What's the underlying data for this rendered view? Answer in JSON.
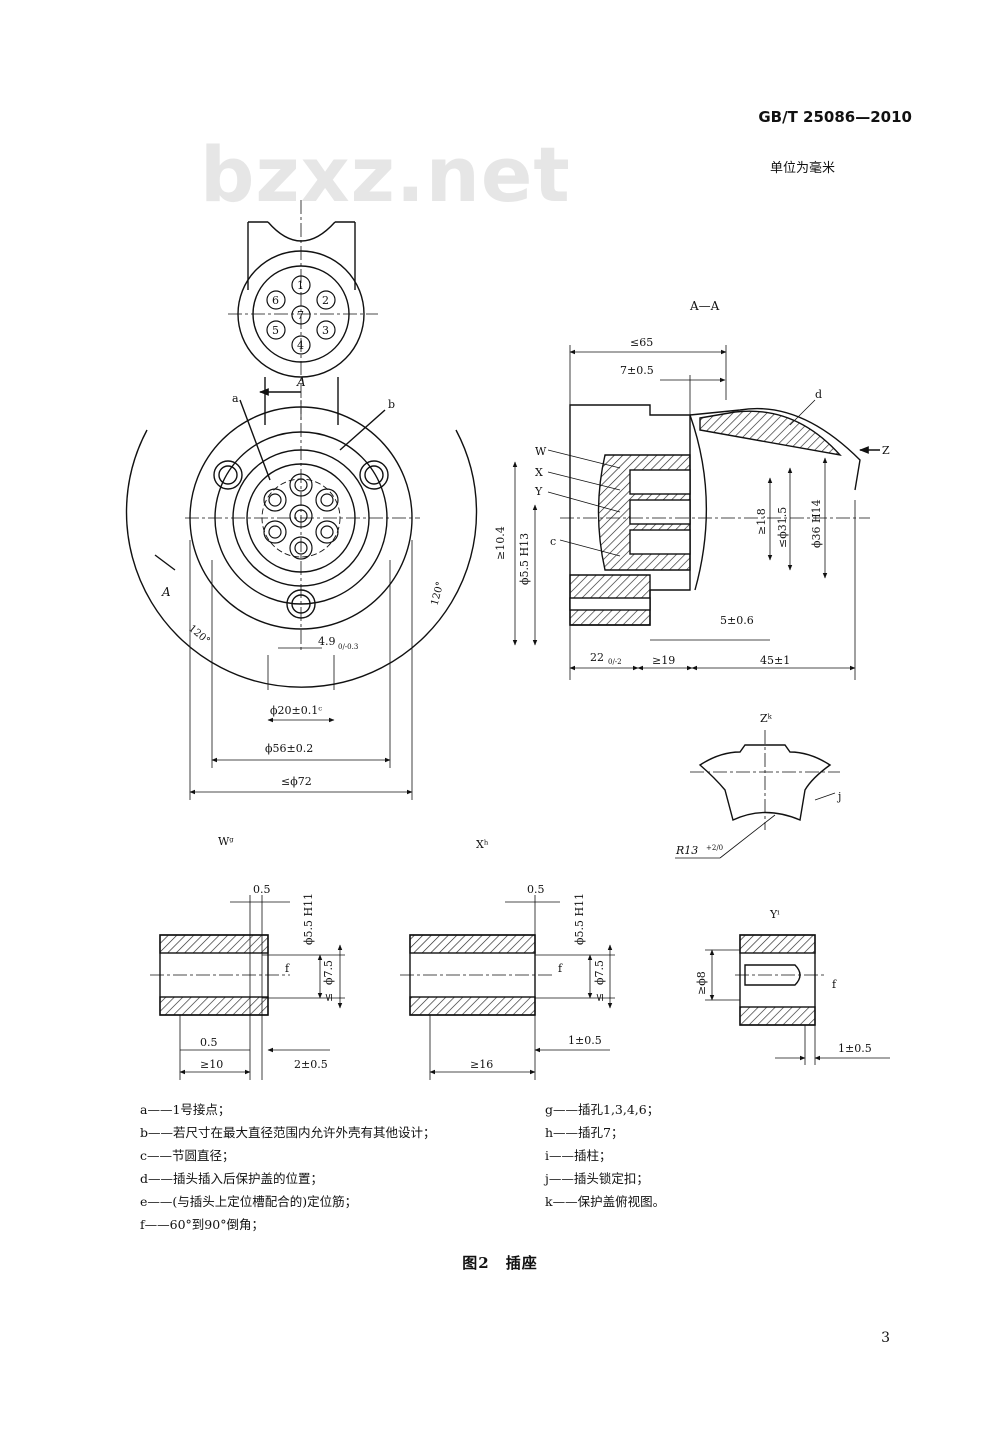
{
  "header": {
    "standard": "GB/T 25086—2010",
    "unit": "单位为毫米"
  },
  "watermark": "bzxz.net",
  "front_view": {
    "section_label": "A",
    "contacts": [
      "1",
      "2",
      "3",
      "4",
      "5",
      "6",
      "7"
    ],
    "callouts": [
      "a",
      "b"
    ],
    "angle_1": "120°",
    "angle_2": "120°",
    "dims": {
      "d1": "4.9",
      "d1_tol": "0/-0.3",
      "d2": "ϕ20±0.1ᶜ",
      "d3": "ϕ56±0.2",
      "d4": "≤ϕ72"
    }
  },
  "section_aa": {
    "title": "A—A",
    "labels": [
      "W",
      "X",
      "Y",
      "c",
      "d",
      "Z"
    ],
    "dims": {
      "top1": "≤65",
      "top2": "7±0.5",
      "left1": "≥10.4",
      "left2": "ϕ5.5 H13",
      "right1": "≥1.8",
      "right2": "≤ϕ31.5",
      "right3": "ϕ36 H14",
      "b1": "5±0.6",
      "b2": "22",
      "b2_tol": "0/-2",
      "b3": "≥19",
      "b4": "45±1"
    }
  },
  "view_z": {
    "title": "Zᵏ",
    "label": "j",
    "radius": "R13",
    "radius_tol": "+2/0"
  },
  "view_w": {
    "title": "Wᵍ",
    "dims": [
      "0.5",
      "ϕ5.5 H11",
      "ϕ7.5",
      "≤",
      "0.5",
      "≥10",
      "2±0.5"
    ],
    "f": "f"
  },
  "view_x": {
    "title": "Xʰ",
    "dims": [
      "0.5",
      "ϕ5.5 H11",
      "ϕ7.5",
      "≤",
      "1±0.5",
      "≥16"
    ],
    "f": "f"
  },
  "view_y": {
    "title": "Yⁱ",
    "dims": [
      "≥ϕ8",
      "1±0.5"
    ],
    "f": "f"
  },
  "legend_left": [
    "a——1号接点；",
    "b——若尺寸在最大直径范围内允许外壳有其他设计；",
    "c——节圆直径；",
    "d——插头插入后保护盖的位置；",
    "e——(与插头上定位槽配合的)定位筋；",
    "f——60°到90°倒角；"
  ],
  "legend_right": [
    "g——插孔1,3,4,6；",
    "h——插孔7；",
    "i——插柱；",
    "j——插头锁定扣；",
    "k——保护盖俯视图。"
  ],
  "caption": "图2　插座",
  "page_number": "3"
}
